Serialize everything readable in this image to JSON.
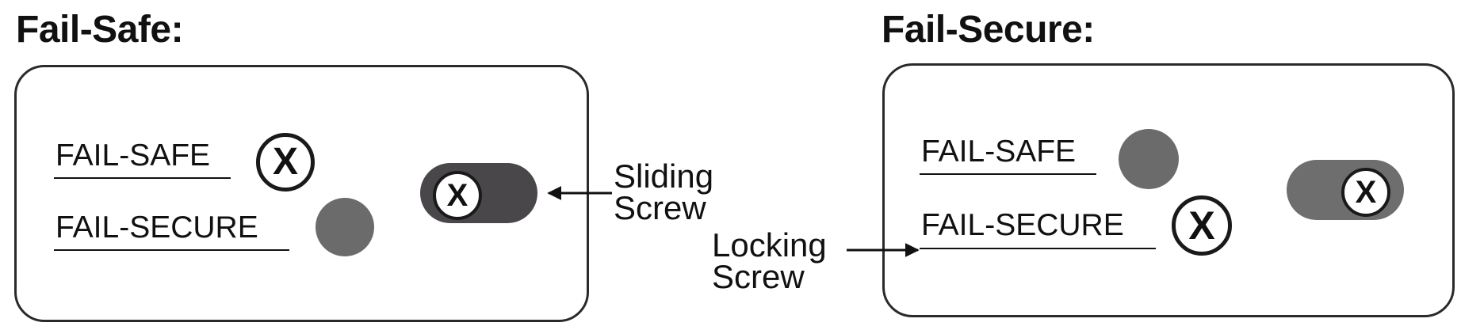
{
  "titles": {
    "fail_safe": "Fail-Safe:",
    "fail_secure": "Fail-Secure:"
  },
  "left_panel": {
    "label_top": "FAIL-SAFE",
    "label_bottom": "FAIL-SECURE",
    "selected_mark": "X"
  },
  "right_panel": {
    "label_top": "FAIL-SAFE",
    "label_bottom": "FAIL-SECURE",
    "selected_mark": "X"
  },
  "callouts": {
    "sliding_line1": "Sliding",
    "sliding_line2": "Screw",
    "locking_line1": "Locking",
    "locking_line2": "Screw"
  },
  "colors": {
    "dot": "#6b6b6b",
    "slider_left": "#4a474a",
    "slider_right": "#6e6e6e",
    "ink": "#1a1a1a"
  }
}
